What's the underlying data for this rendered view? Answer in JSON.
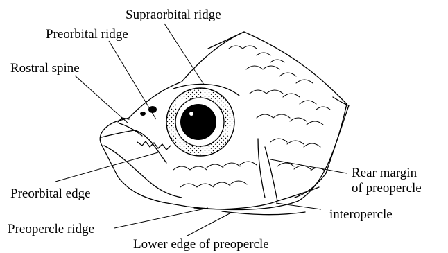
{
  "diagram": {
    "labels": {
      "supraorbital_ridge": "Supraorbital ridge",
      "preorbital_ridge": "Preorbital ridge",
      "rostral_spine": "Rostral spine",
      "preorbital_edge": "Preorbital edge",
      "preopercle_ridge": "Preopercle ridge",
      "lower_edge_preopercle": "Lower edge of preopercle",
      "rear_margin_line1": "Rear margin",
      "rear_margin_line2": "of preopercle",
      "interopercle": "interopercle"
    },
    "colors": {
      "ink": "#000000",
      "background": "#ffffff"
    }
  }
}
